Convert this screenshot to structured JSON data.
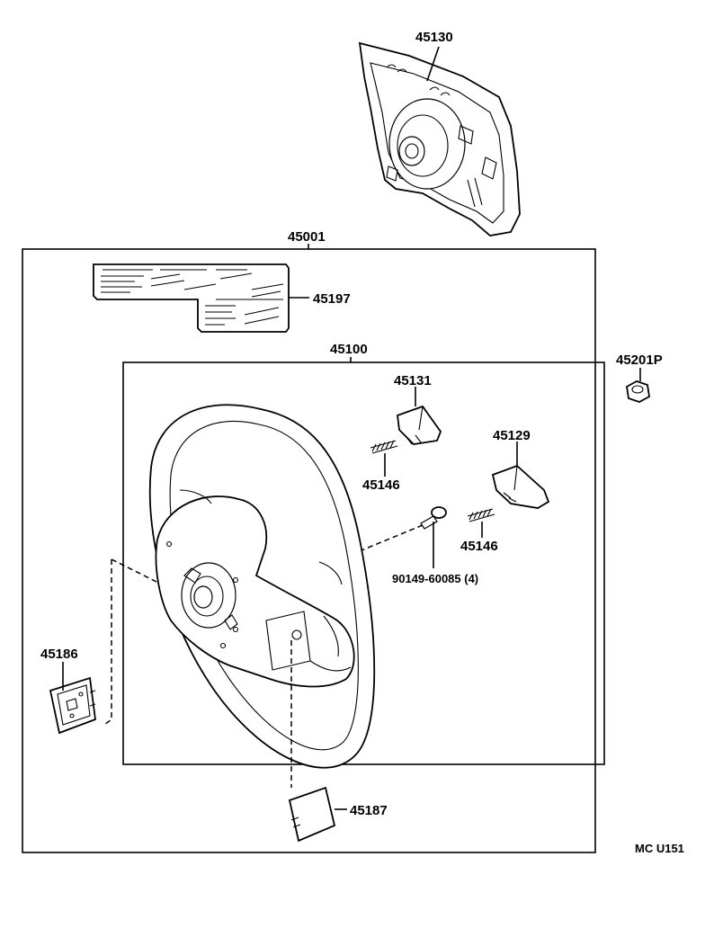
{
  "diagram": {
    "part_labels": {
      "p45130": "45130",
      "p45001": "45001",
      "p45197": "45197",
      "p45100": "45100",
      "p45201P": "45201P",
      "p45131": "45131",
      "p45146a": "45146",
      "p45129": "45129",
      "p45146b": "45146",
      "p90149": "90149-60085 (4)",
      "p45186": "45186",
      "p45187": "45187"
    },
    "code": "MC U151"
  }
}
